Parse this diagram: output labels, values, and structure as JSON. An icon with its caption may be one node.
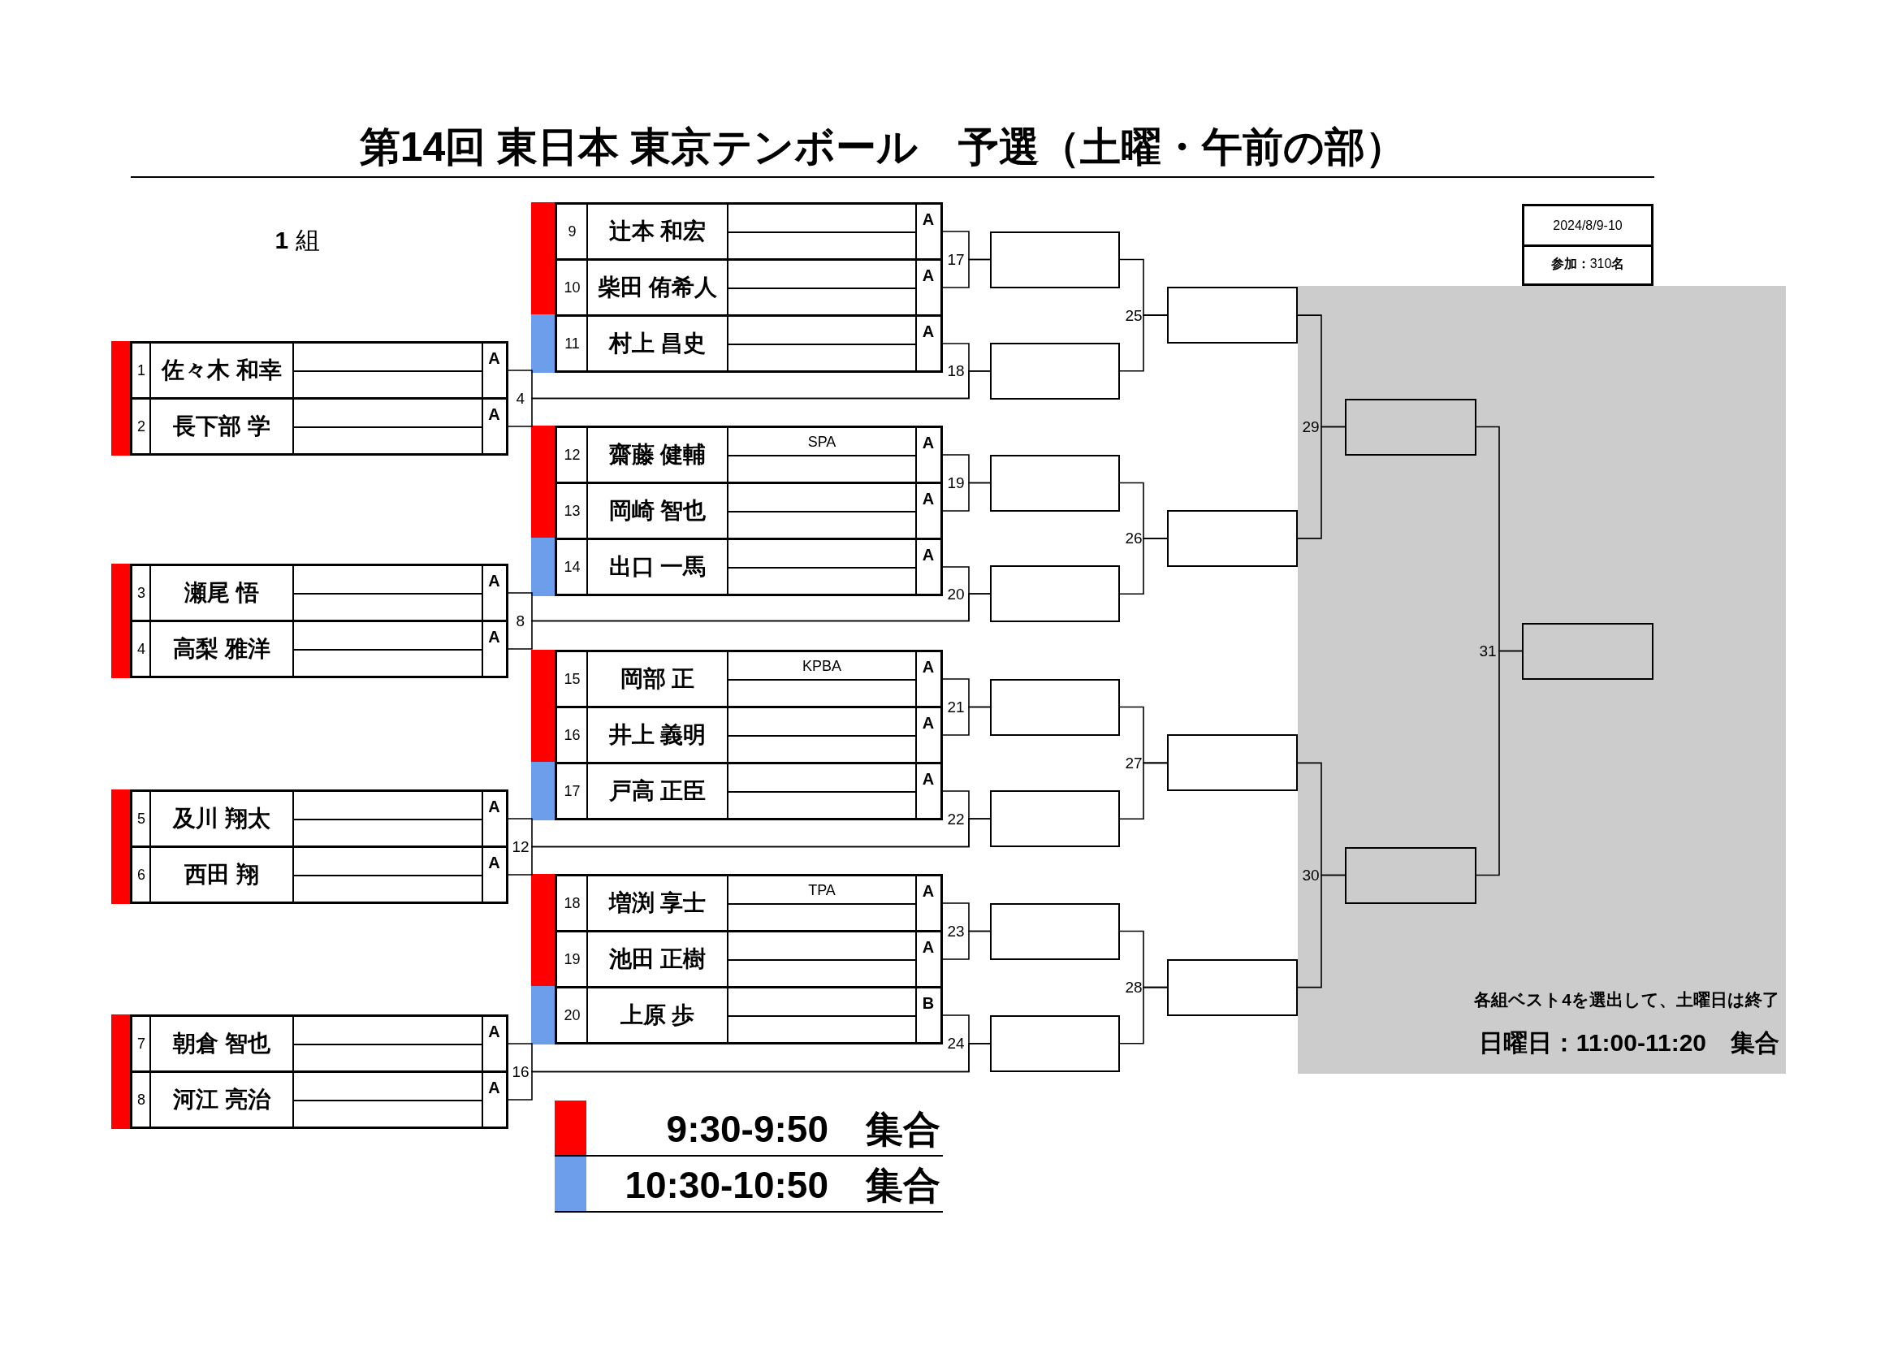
{
  "diagram": {
    "title": "第14回 東日本 東京テンボール　予選（土曜・午前の部）",
    "nodes": [
      {
        "text": [
          "1",
          "佐々木 和幸",
          "A"
        ]
      },
      {
        "text": [
          "2",
          "長下部 学",
          "A"
        ]
      },
      {
        "text": [
          "3",
          "瀬尾 悟",
          "A"
        ]
      },
      {
        "text": [
          "4",
          "高梨 雅洋",
          "A"
        ]
      },
      {
        "text": [
          "5",
          "及川 翔太",
          "A"
        ]
      },
      {
        "text": [
          "6",
          "西田 翔",
          "A"
        ]
      },
      {
        "text": [
          "7",
          "朝倉 智也",
          "A"
        ]
      },
      {
        "text": [
          "8",
          "河江 亮治",
          "A"
        ]
      },
      {
        "text": [
          "9",
          "辻本 和宏",
          "A"
        ]
      },
      {
        "text": [
          "10",
          "柴田 侑希人",
          "A"
        ]
      },
      {
        "text": [
          "11",
          "村上 昌史",
          "A"
        ]
      },
      {
        "text": [
          "12",
          "齋藤 健輔",
          "SPA",
          "A"
        ]
      },
      {
        "text": [
          "13",
          "岡崎 智也",
          "A"
        ]
      },
      {
        "text": [
          "14",
          "出口 一馬",
          "A"
        ]
      },
      {
        "text": [
          "15",
          "岡部 正",
          "KPBA",
          "A"
        ]
      },
      {
        "text": [
          "16",
          "井上 義明",
          "A"
        ]
      },
      {
        "text": [
          "17",
          "戸高 正臣",
          "A"
        ]
      },
      {
        "text": [
          "18",
          "増渕 享士",
          "TPA",
          "A"
        ]
      },
      {
        "text": [
          "19",
          "池田 正樹",
          "A"
        ]
      },
      {
        "text": [
          "20",
          "上原 歩",
          "B"
        ]
      },
      {
        "text": [],
        "shape": "box"
      },
      {
        "text": [],
        "shape": "box"
      },
      {
        "text": [],
        "shape": "box"
      },
      {
        "text": [],
        "shape": "box"
      },
      {
        "text": [],
        "shape": "box"
      },
      {
        "text": [],
        "shape": "box"
      },
      {
        "text": [],
        "shape": "box"
      },
      {
        "text": [],
        "shape": "box"
      },
      {
        "text": [],
        "shape": "box"
      },
      {
        "text": [],
        "shape": "box"
      },
      {
        "text": [],
        "shape": "box"
      },
      {
        "text": [],
        "shape": "box"
      },
      {
        "text": [
          "各組ベスト4を選出して、土曜日は終了",
          "日曜日：11:00-11:20　集合"
        ]
      },
      {
        "text": [],
        "shape": "box",
        "in": 32
      },
      {
        "text": [],
        "shape": "box",
        "in": 32
      },
      {
        "text": [],
        "shape": "box",
        "in": 32
      },
      {
        "text": [
          "2024/8/9-10",
          "**参加：**310**名**"
        ]
      }
    ],
    "edges": [
      {
        "from": 8,
        "to": 20,
        "arrow": "none"
      },
      {
        "from": 9,
        "to": 20,
        "arrow": "none"
      },
      {
        "from": 0,
        "to": 21,
        "arrow": "none"
      },
      {
        "from": 1,
        "to": 21,
        "arrow": "none"
      },
      {
        "from": 10,
        "to": 21,
        "arrow": "none"
      },
      {
        "from": 11,
        "to": 22,
        "arrow": "none"
      },
      {
        "from": 12,
        "to": 22,
        "arrow": "none"
      },
      {
        "from": 2,
        "to": 23,
        "arrow": "none"
      },
      {
        "from": 3,
        "to": 23,
        "arrow": "none"
      },
      {
        "from": 13,
        "to": 23,
        "arrow": "none"
      },
      {
        "from": 14,
        "to": 24,
        "arrow": "none"
      },
      {
        "from": 15,
        "to": 24,
        "arrow": "none"
      },
      {
        "from": 4,
        "to": 25,
        "arrow": "none"
      },
      {
        "from": 5,
        "to": 25,
        "arrow": "none"
      },
      {
        "from": 16,
        "to": 25,
        "arrow": "none"
      },
      {
        "from": 17,
        "to": 26,
        "arrow": "none"
      },
      {
        "from": 18,
        "to": 26,
        "arrow": "none"
      },
      {
        "from": 6,
        "to": 27,
        "arrow": "none"
      },
      {
        "from": 7,
        "to": 27,
        "arrow": "none"
      },
      {
        "from": 19,
        "to": 27,
        "arrow": "none"
      },
      {
        "from": 20,
        "to": 28,
        "arrow": "none"
      },
      {
        "from": 21,
        "to": 28,
        "arrow": "none"
      },
      {
        "from": 22,
        "to": 29,
        "arrow": "none"
      },
      {
        "from": 23,
        "to": 29,
        "arrow": "none"
      },
      {
        "from": 24,
        "to": 30,
        "arrow": "none"
      },
      {
        "from": 25,
        "to": 30,
        "arrow": "none"
      },
      {
        "from": 26,
        "to": 31,
        "arrow": "none"
      },
      {
        "from": 27,
        "to": 31,
        "arrow": "none"
      },
      {
        "from": 28,
        "to": 33,
        "arrow": "none"
      },
      {
        "from": 29,
        "to": 33,
        "arrow": "none"
      },
      {
        "from": 30,
        "to": 34,
        "arrow": "none"
      },
      {
        "from": 31,
        "to": 34,
        "arrow": "none"
      },
      {
        "from": 33,
        "to": 35,
        "arrow": "none"
      },
      {
        "from": 34,
        "to": 35,
        "arrow": "none"
      }
    ],
    "labels": [
      "**1** 組",
      "4",
      "8",
      "12",
      "16",
      "17",
      "18",
      "19",
      "20",
      "21",
      "22",
      "23",
      "24",
      "25",
      "26",
      "27",
      "28",
      "29",
      "30",
      "31"
    ],
    "legend": [
      {
        "text": "9:30-9:50　集合",
        "color": "#ff0000"
      },
      {
        "text": "10:30-10:50　集合",
        "color": "#6d9eeb"
      }
    ]
  }
}
